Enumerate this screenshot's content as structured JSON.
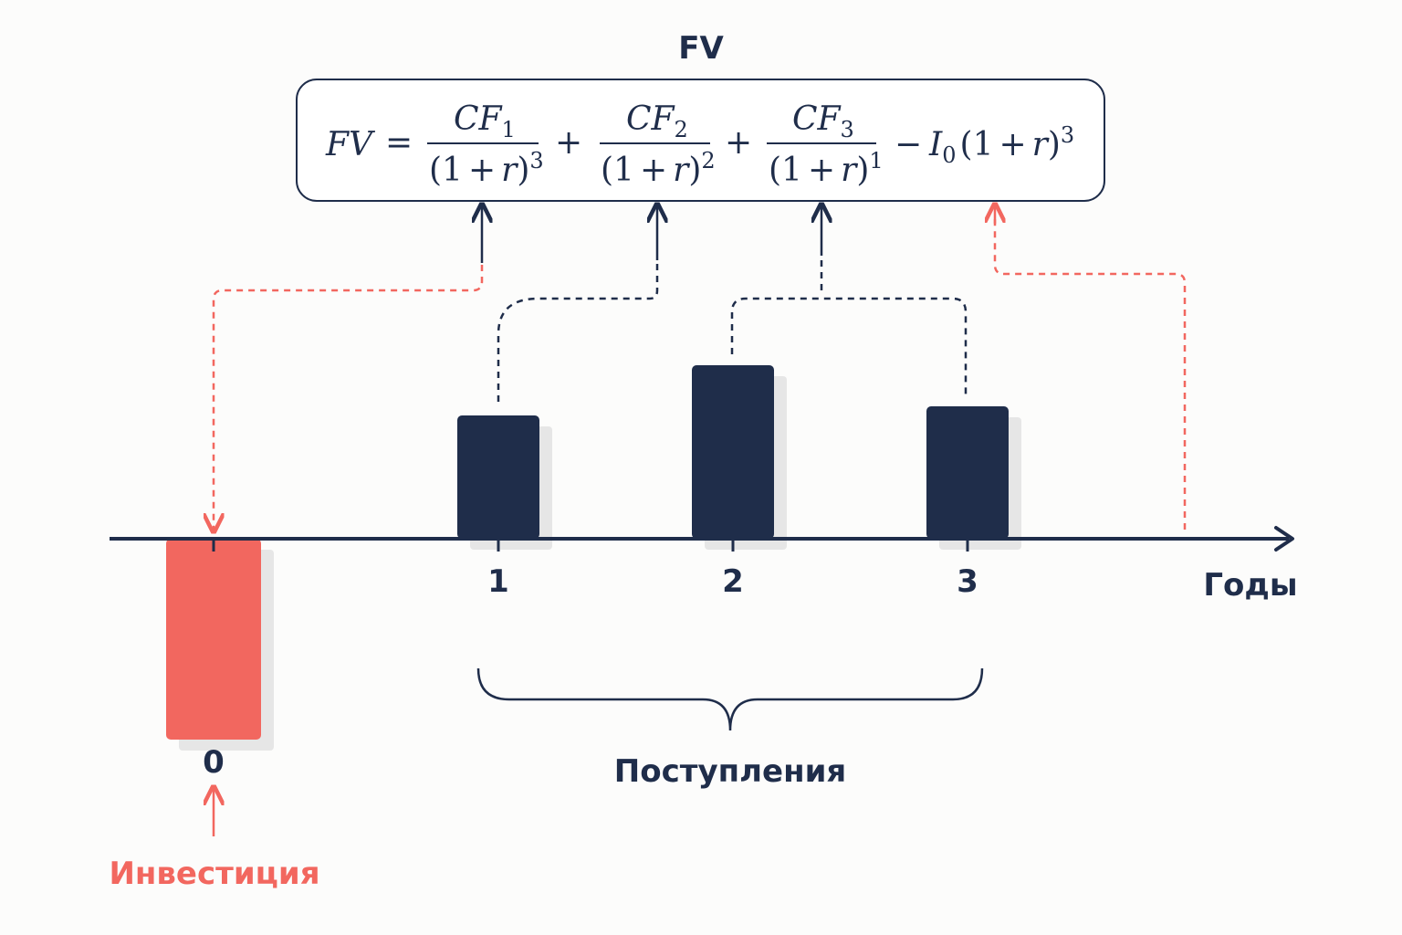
{
  "title": "FV",
  "formula": {
    "lhs": "FV",
    "eq": "=",
    "plus": "+",
    "minus": "−",
    "one": "1",
    "r": "r",
    "cf_symbol": "CF",
    "terms": [
      {
        "num_sub": "1",
        "den_exp": "3"
      },
      {
        "num_sub": "2",
        "den_exp": "2"
      },
      {
        "num_sub": "3",
        "den_exp": "1"
      }
    ],
    "inv_symbol": "I",
    "inv_sub": "0",
    "inv_exp": "3"
  },
  "axis": {
    "label": "Годы",
    "ticks": [
      "0",
      "1",
      "2",
      "3"
    ]
  },
  "bars": [
    {
      "year": 0,
      "value": -2.2,
      "kind": "investment"
    },
    {
      "year": 1,
      "value": 1.35,
      "kind": "inflow"
    },
    {
      "year": 2,
      "value": 1.9,
      "kind": "inflow"
    },
    {
      "year": 3,
      "value": 1.45,
      "kind": "inflow"
    }
  ],
  "labels": {
    "inflows": "Поступления",
    "investment": "Инвестиция"
  },
  "colors": {
    "navy": "#1f2d4a",
    "coral": "#f2675f",
    "background": "#fcfcfb",
    "shadow": "#e6e6e6"
  }
}
